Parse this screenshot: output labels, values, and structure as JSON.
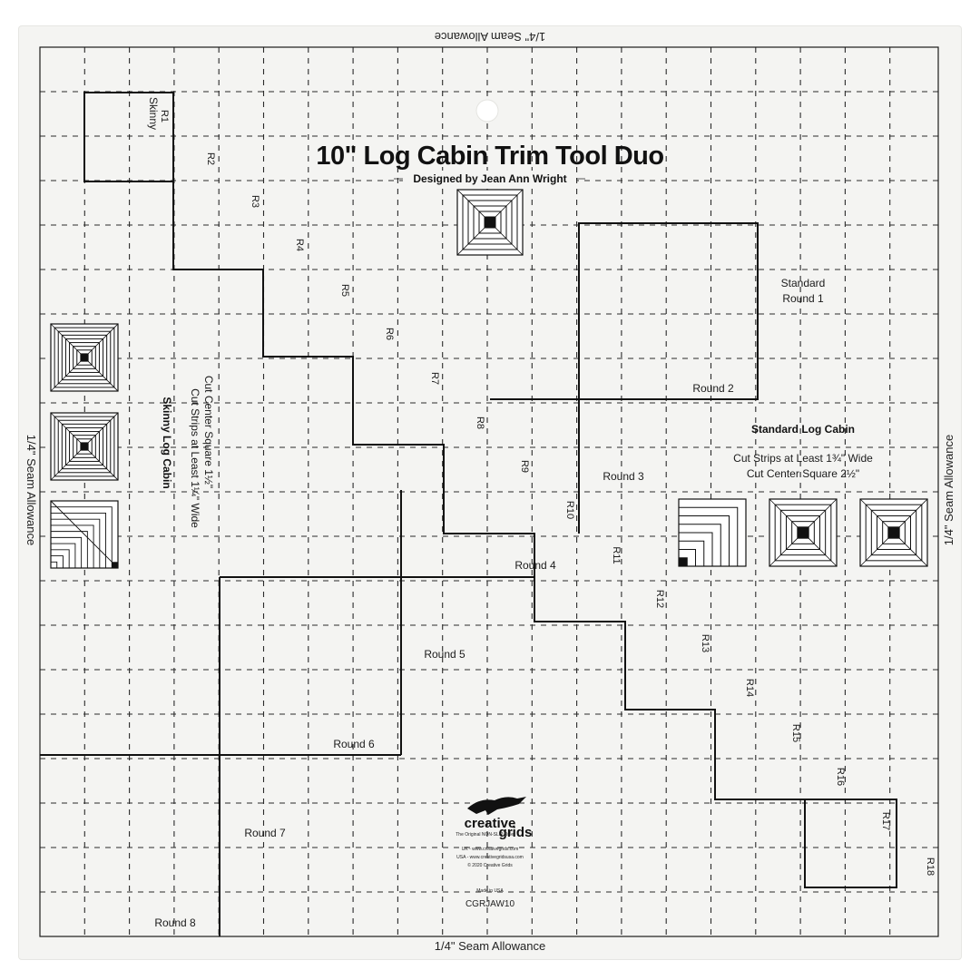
{
  "ruler": {
    "title": "10\" Log Cabin Trim Tool Duo",
    "designer": "Designed by Jean Ann Wright",
    "seam_top": "1/4\" Seam Allowance",
    "seam_bottom": "1/4\" Seam Allowance",
    "seam_left": "1/4\" Seam Allowance",
    "seam_right": "1/4\" Seam Allowance"
  },
  "skinny": {
    "heading": "Skinny Log Cabin",
    "line1": "Cut Strips at Least 1¼\" Wide",
    "line2": "Cut Center Square 1½\"",
    "r1_top": "Skinny",
    "r_labels": [
      "R1",
      "R2",
      "R3",
      "R4",
      "R5",
      "R6",
      "R7",
      "R8",
      "R9",
      "R10",
      "R11",
      "R12",
      "R13",
      "R14",
      "R15",
      "R16",
      "R17",
      "R18"
    ]
  },
  "standard": {
    "heading": "Standard Log Cabin",
    "line1": "Cut Strips at Least 1¾\" Wide",
    "line2": "Cut Center Square 2½\"",
    "round1_a": "Standard",
    "round1_b": "Round 1",
    "rounds": [
      "Round 2",
      "Round 3",
      "Round 4",
      "Round 5",
      "Round 6",
      "Round 7",
      "Round 8"
    ]
  },
  "logo": {
    "brand_a": "creative",
    "brand_b": "grids",
    "tagline": "The Original NON-SLIP Ruler",
    "uk": "UK - www.creativegrids.com",
    "usa": "USA - www.creativegridsusa.com",
    "copyright": "© 2020 Creative Grids",
    "made": "Made in USA",
    "code": "CGRJAW10"
  },
  "icons": [
    "dog-logo-icon",
    "log-cabin-block-icon"
  ]
}
